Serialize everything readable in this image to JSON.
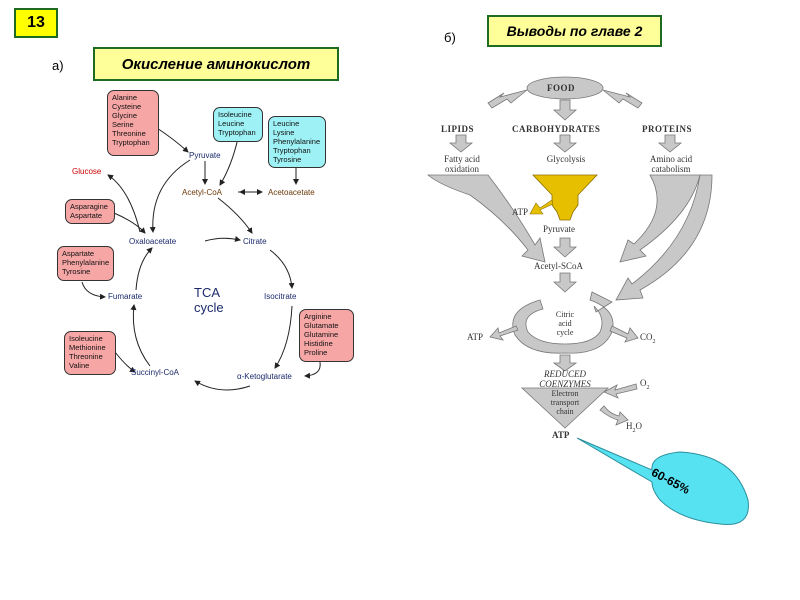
{
  "slide_number": "13",
  "part_a": {
    "label": "а)",
    "title": "Окисление аминокислот",
    "boxes": [
      {
        "id": "box-pyruvate-aa",
        "lines": [
          "Alanine",
          "Cysteine",
          "Glycine",
          "Serine",
          "Threonine",
          "Tryptophan"
        ]
      },
      {
        "id": "box-acetylcoa-aa",
        "lines": [
          "Isoleucine",
          "Leucine",
          "Tryptophan"
        ]
      },
      {
        "id": "box-acetoacetate-aa",
        "lines": [
          "Leucine",
          "Lysine",
          "Phenylalanine",
          "Tryptophan",
          "Tyrosine"
        ]
      },
      {
        "id": "box-oxaloacetate-aa",
        "lines": [
          "Asparagine",
          "Aspartate"
        ]
      },
      {
        "id": "box-fumarate-aa",
        "lines": [
          "Aspartate",
          "Phenylalanine",
          "Tyrosine"
        ]
      },
      {
        "id": "box-ketoglutarate-aa",
        "lines": [
          "Arginine",
          "Glutamate",
          "Glutamine",
          "Histidine",
          "Proline"
        ]
      },
      {
        "id": "box-succinylcoa-aa",
        "lines": [
          "Isoleucine",
          "Methionine",
          "Threonine",
          "Valine"
        ]
      }
    ],
    "metabolites": {
      "pyruvate": "Pyruvate",
      "glucose": "Glucose",
      "acetyl_coa": "Acetyl-CoA",
      "acetoacetate": "Acetoacetate",
      "oxaloacetate": "Oxaloacetate",
      "citrate": "Citrate",
      "fumarate": "Fumarate",
      "isocitrate": "Isocitrate",
      "succinyl_coa": "Succinyl-CoA",
      "ketoglutarate": "α-Ketoglutarate"
    },
    "cycle_label_1": "TCA",
    "cycle_label_2": "cycle"
  },
  "part_b": {
    "label": "б)",
    "title": "Выводы по главе 2",
    "food": "FOOD",
    "lipids": "LIPIDS",
    "carbohydrates": "CARBOHYDRATES",
    "proteins": "PROTEINS",
    "fatty_acid_1": "Fatty acid",
    "fatty_acid_2": "oxidation",
    "glycolysis": "Glycolysis",
    "amino_acid_1": "Amino acid",
    "amino_acid_2": "catabolism",
    "atp_glycolysis": "ATP",
    "pyruvate": "Pyruvate",
    "acetyl_scoa": "Acetyl-SCoA",
    "citric_1": "Citric",
    "citric_2": "acid",
    "citric_3": "cycle",
    "atp_cycle": "ATP",
    "co2": "CO",
    "co2_sub": "2",
    "reduced_1": "REDUCED",
    "reduced_2": "COENZYMES",
    "etc_1": "Electron",
    "etc_2": "transport",
    "etc_3": "chain",
    "o2": "O",
    "o2_sub": "2",
    "h2o_a": "H",
    "h2o_sub": "2",
    "h2o_b": "O",
    "atp_final": "ATP",
    "callout": "60-65%"
  },
  "colors": {
    "slide_number_bg": "#ffff00",
    "title_bg": "#ffff99",
    "title_border": "#1f6b1f",
    "pink_box": "#f7a6a6",
    "cyan_box": "#9ef2f5",
    "metabolite_text": "#1b2a6b",
    "glucose_text": "#cc0000",
    "acetoacetate_text": "#6b3a0a",
    "glycolysis_arrow": "#e6c000",
    "callout_fill": "#57e2f2",
    "grey_arrow": "#c8c8c8"
  }
}
